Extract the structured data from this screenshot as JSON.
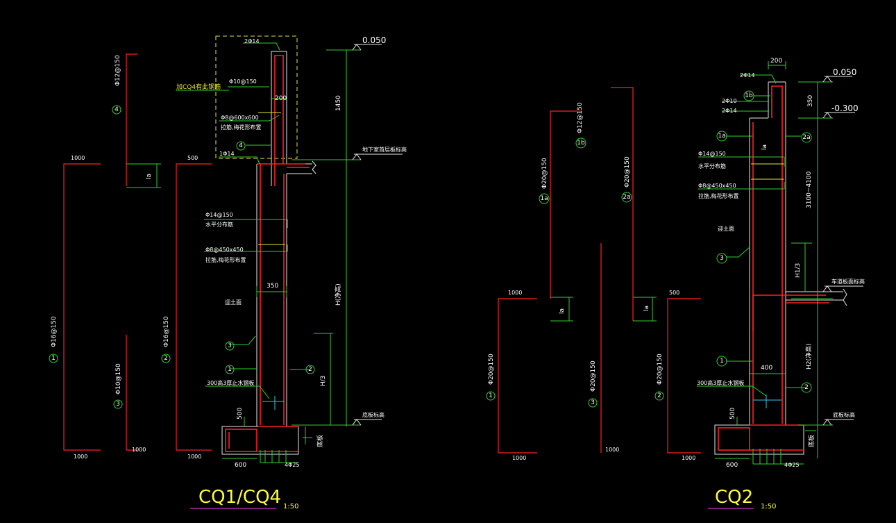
{
  "drawings": [
    {
      "title": "CQ1/CQ4",
      "scale": "1:50",
      "levels": {
        "top": "0.050",
        "basement_top": "地下室首层板标高",
        "bottom": "底板标高"
      },
      "dims": {
        "vertical_top": "1450",
        "vertical_main": "H(净高)",
        "h_third": "H/3",
        "wall_thk": "350",
        "coping_w": "200",
        "base_h": "500",
        "base_w": "600",
        "len_1000_a": "1000",
        "len_500": "500",
        "len_1000_b": "1000",
        "len_1000_c": "1000",
        "len_1000_d": "1000",
        "la": "la"
      },
      "notes": {
        "top_bar": "2Φ14",
        "tie_bar": "Φ10@150",
        "wall_mark": "加CQ4有此钢筋",
        "spacer": "Φ8@600x600",
        "spacer_desc": "拉筋,梅花形布置",
        "bar_1": "1Φ14",
        "horiz": "Φ14@150",
        "horiz_desc": "水平分布筋",
        "tie2": "Φ8@450x450",
        "tie2_desc": "拉筋,梅花形布置",
        "soil": "迎土面",
        "waterstop": "300高3厚止水钢板",
        "base_bar": "4Φ25",
        "slab_lbl": "底板"
      },
      "bars": {
        "b1": "Φ16@150",
        "b2": "Φ16@150",
        "b3": "Φ10@150",
        "b4": "Φ12@150"
      },
      "marks": [
        "1",
        "2",
        "3",
        "4"
      ]
    },
    {
      "title": "CQ2",
      "scale": "1:50",
      "levels": {
        "top": "0.050",
        "second": "-0.300",
        "road": "车道板面标高",
        "bottom": "底板标高"
      },
      "dims": {
        "coping_w": "200",
        "d350": "350",
        "la": "la",
        "mid": "3100~4100",
        "h1_third": "H1/3",
        "h2": "H2(净高)",
        "wall_w": "400",
        "base_h": "500",
        "base_w": "600",
        "len_1000_a": "1000",
        "len_1000_b": "1000",
        "len_1000_c": "1000",
        "len_500": "500",
        "len_1000_d": "1000"
      },
      "notes": {
        "top_bar": "2Φ14",
        "bar_10": "2Φ10",
        "bar_14": "2Φ14",
        "horiz": "Φ14@150",
        "horiz_desc": "水平分布筋",
        "tie": "Φ8@450x450",
        "tie_desc": "拉筋,梅花形布置",
        "soil": "迎土面",
        "waterstop": "300高3厚止水钢板",
        "base_bar": "4Φ25",
        "slab_lbl": "底板"
      },
      "bars": {
        "b1": "Φ20@150",
        "b1a": "Φ20@150",
        "b2": "Φ20@150",
        "b2a": "Φ20@150",
        "b1b": "Φ12@150",
        "b3": "Φ20@150"
      },
      "marks": [
        "1",
        "2",
        "3",
        "1a",
        "2a",
        "1b"
      ]
    }
  ]
}
